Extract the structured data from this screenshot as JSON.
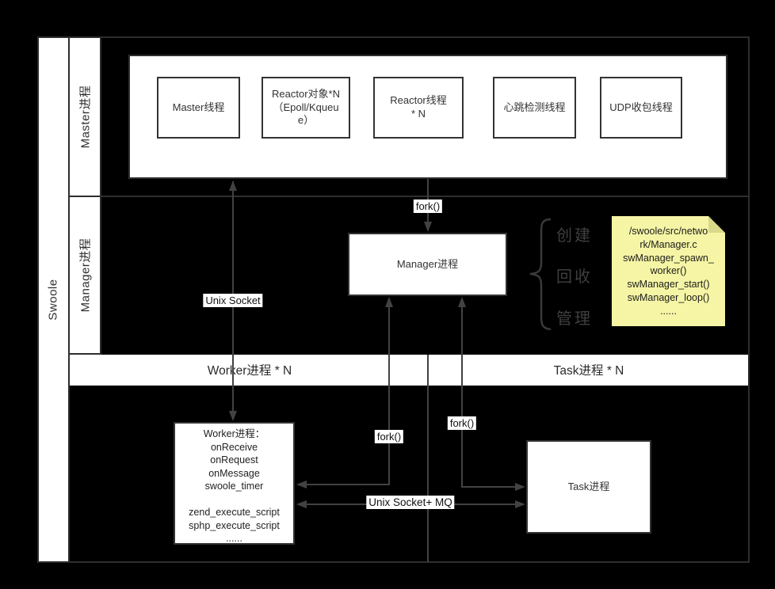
{
  "pool": {
    "title": "Swoole"
  },
  "lanes": {
    "master": "Master进程",
    "manager": "Manager进程"
  },
  "master_section": {
    "threads": [
      "Master线程",
      "Reactor对象*N\n（Epoll/Kqueu\ne）",
      "Reactor线程\n* N",
      "心跳检测线程",
      "UDP收包线程"
    ]
  },
  "manager_section": {
    "fork_label": "fork()",
    "unix_socket_label": "Unix Socket",
    "manager_box": "Manager进程",
    "duties": [
      "创建",
      "回收",
      "管理"
    ],
    "note_text": "/swoole/src/netwo\nrk/Manager.c\nswManager_spawn_\nworker()\nswManager_start()\nswManager_loop()\n......"
  },
  "worker_band": {
    "worker": "Worker进程 * N",
    "task": "Task进程 * N"
  },
  "bottom_section": {
    "fork_worker_label": "fork()",
    "fork_task_label": "fork()",
    "mq_label": "Unix Socket+ MQ",
    "worker_box": "Worker进程：\nonReceive\nonRequest\nonMessage\nswoole_timer\n\nzend_execute_script\nsphp_execute_script\n......",
    "task_box": "Task进程"
  },
  "colors": {
    "background": "#000000",
    "frame": "#2e2e2e",
    "line": "#424242",
    "node_border": "#333333",
    "note_bg": "#f5f5a5",
    "note_fold": "#d9d98a"
  }
}
